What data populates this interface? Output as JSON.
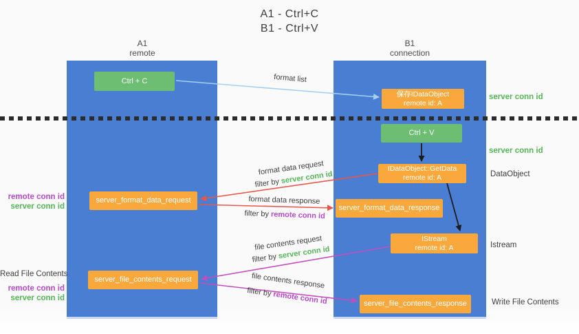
{
  "title": {
    "line1": "A1 - Ctrl+C",
    "line2": "B1 - Ctrl+V"
  },
  "lanes": {
    "left": {
      "name_line1": "A1",
      "name_line2": "remote"
    },
    "right": {
      "name_line1": "B1",
      "name_line2": "connection"
    }
  },
  "nodes": {
    "ctrl_c": {
      "label": "Ctrl + C"
    },
    "save_idataobject": {
      "line1": "保存IDataObject",
      "line2": "remote id: A"
    },
    "ctrl_v": {
      "label": "Ctrl + V"
    },
    "getdata": {
      "line1": "IDataObject::GetData",
      "line2": "remote id: A"
    },
    "format_request": {
      "label": "server_format_data_request"
    },
    "format_response": {
      "label": "server_format_data_response"
    },
    "istream": {
      "line1": "IStream",
      "line2": "remote id: A"
    },
    "file_request": {
      "label": "server_file_contents_request"
    },
    "file_response": {
      "label": "server_file_contents_response"
    }
  },
  "edge_labels": {
    "format_list": "format list",
    "format_data_request": "format data request",
    "format_data_response": "format data response",
    "file_contents_request": "file contents request",
    "file_contents_response": "file contents response",
    "filter_by": "filter by",
    "server_conn_id": "server conn id",
    "remote_conn_id": "remote conn id"
  },
  "side_labels": {
    "right_top_server_conn_id": "server conn id",
    "right_mid_server_conn_id": "server conn id",
    "dataobject": "DataObject",
    "istream": "Istream",
    "write_file_contents": "Write File Contents",
    "read_file_contents": "Read File Contents",
    "left_remote_conn_id_1": "remote conn id",
    "left_server_conn_id_1": "server conn id",
    "left_remote_conn_id_2": "remote conn id",
    "left_server_conn_id_2": "server conn id"
  },
  "colors": {
    "lane_blue": "#4a7ed2",
    "node_green": "#6dbe72",
    "node_orange": "#f9a83c",
    "accent_green_text": "#55b559",
    "accent_purple_text": "#b44bc7",
    "arrow_red": "#e8564c",
    "arrow_magenta": "#c14fbe",
    "arrow_light_blue": "#a6d0f2",
    "arrow_black": "#1c1c1c",
    "text_dark": "#3d3d3d",
    "background": "#fafafa"
  }
}
